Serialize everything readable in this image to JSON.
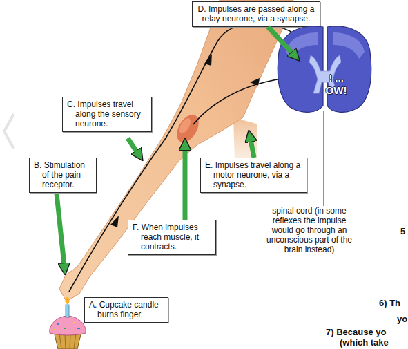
{
  "diagram": {
    "nodes": [
      {
        "text": [
          "D. Impulses are passed along a relay neurone, via a synapse."
        ]
      },
      {
        "text": [
          "! ... OW!"
        ]
      },
      {
        "text": [
          "C. Impulses travel along the sensory neurone."
        ]
      },
      {
        "text": [
          "B. Stimulation of the pain receptor."
        ]
      },
      {
        "text": [
          "E. Impulses travel along a motor neurone, via a synapse."
        ]
      },
      {
        "text": [
          "F. When impulses reach muscle, it contracts."
        ]
      },
      {
        "text": [
          "A. Cupcake candle burns finger."
        ]
      }
    ],
    "edges": [
      {
        "from": 0,
        "to": 1,
        "arrow": "to"
      }
    ],
    "labels": [
      "spinal cord (in some reflexes the impulse would go through an unconscious part of the brain instead)",
      "5",
      "6) Th",
      "yo",
      "7) Because yo",
      "(which take"
    ]
  }
}
